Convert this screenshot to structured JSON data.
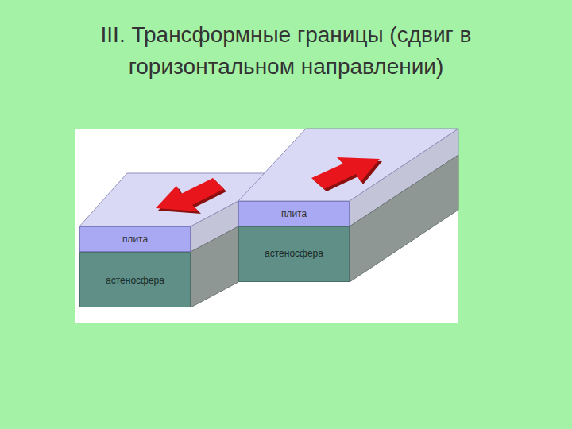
{
  "diagram": {
    "title": "III. Трансформные границы (сдвиг в горизонтальном направлении)",
    "nodes": [
      {
        "text": [
          "плита"
        ]
      },
      {
        "text": [
          "плита"
        ]
      },
      {
        "text": [
          "астеносфера"
        ]
      },
      {
        "text": [
          "астеносфера"
        ]
      }
    ]
  }
}
